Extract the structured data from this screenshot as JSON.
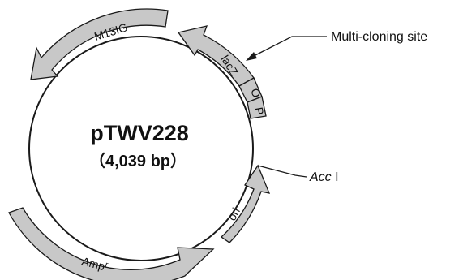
{
  "plasmid": {
    "name": "pTWV228",
    "size": "（4,039 bp）"
  },
  "features": {
    "m13ig": "M13IG",
    "lacz": "lacZ",
    "o": "O",
    "p": "P",
    "ori": "ori",
    "ampr_base": "Amp",
    "ampr_sup": "r"
  },
  "annotations": {
    "mcs": "Multi-cloning site",
    "acc_italic": "Acc",
    "acc_roman": " I"
  },
  "colors": {
    "feature_fill": "#c8c8c8",
    "outline": "#1a1a1a"
  }
}
